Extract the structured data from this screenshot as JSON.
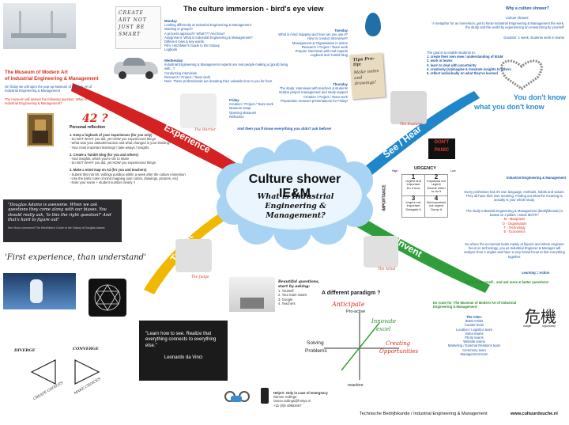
{
  "title": "Culture shower IE&M",
  "subtitle": "What is Industrial Engineering & Management?",
  "immersion_title": "The culture immersion - bird's eye view",
  "branches": {
    "experience": "Experience",
    "see_hear": "See / Hear",
    "try_out": "Try out",
    "invent": "Invent"
  },
  "museum": {
    "title_1": "The Museum of Modern Art",
    "title_2": "of Industrial Engineering & Management",
    "intro": "On friday we will open the pop-up Museum of Modern Art of Industrial Engineering & Management",
    "question": "The museum will answer the following question: What is Industrial Engineering & Management?"
  },
  "number_42": "42 ?",
  "personal_reflection": {
    "heading": "Personal reflection",
    "p1_title": "1. Keep a logbook of your experiences (for you only)",
    "p1_a": "- So NOT WHAT you did, yet HOW you experienced things",
    "p1_b": "- What was your attitude/reaction and what changed in your thinking?",
    "p1_c": "- Your most important learnings / take-aways / insights",
    "p2_title": "2. Create a Tumblr blog (for you and others)",
    "p2_a": "- Your insights, which you're OK to share",
    "p2_b": "- So NOT WHAT you did, yet HOW you experienced things",
    "p3_title": "3. Make a mind map on A3 (for you and teachers)",
    "p3_a": "- Submit this into Mr. Vullings postbox within a week after the culture immersion",
    "p3_b": "- Use the basic rules of mind mapping (use colors, drawings, pictures, etc)",
    "p3_c": "- Note your name + student number clearly !!"
  },
  "adams_quote": "\"Douglas Adams is awesome. When we ask questions they come along with our biases. You should really ask, 'Is this the right question?' And that's hard to figure out\"",
  "adams_credit": "Ken Moon conceived The Hitchhiker's Guide to the Galaxy is Douglas Adams",
  "first_experience": "'First experience, than understand'",
  "schedule": {
    "monday_title": "Monday",
    "monday": [
      "Looking differently at Industrial Engineering & Management",
      "Working in groups?",
      "A process approach? What??? And how?",
      "Assignment: What is Industrial Engineering & Management?",
      "Different roles & key words",
      "Film: Hitchhiker's Guide to the Galaxy",
      "Logbook"
    ],
    "wednesday_title": "Wednesday",
    "wednesday": [
      "Industrial Engineering & Management experts are real people making a (good) living with...?",
      "Conducting interviews",
      "Research / Project / Team work",
      "Note: These professionals are donating their valuable time to you for free!"
    ],
    "tuesday_title": "Tuesday",
    "tuesday": [
      "What is mind mapping and how can you use it?",
      "How to conduct interviews?",
      "Management & Organisation in action",
      "Research / Project / Team work",
      "Prepare interviews with real experts",
      "Logbook and Tumblr blog"
    ],
    "thursday_title": "Thursday",
    "thursday": [
      "The study: interviews with teachers & students",
      "Outline project management and study support",
      "Creation / Project / Team work",
      "Preparation museum presentations for Friday!"
    ],
    "friday_title": "Friday",
    "friday": [
      "Creation / Project / Team work",
      "Museum setup",
      "Opening Museum!",
      "Reflection"
    ],
    "closing": "And then you'll know everything you didn't ask before!"
  },
  "protip": {
    "heading": "Tips Pro-tip:",
    "text": "Make notes and drawings!"
  },
  "labels": {
    "warrior": "The Warrior",
    "explorer": "The Explorer",
    "judge": "The Judge",
    "artist": "The Artist"
  },
  "dont_panic": "DON'T PANIC",
  "why": {
    "heading": "Why a culture shower?",
    "sub": "Culture shower:",
    "text": "'A metaphor for an immersion, get to know Industrial Engineering & Management the work, the study and the world by experiencing an researching by yourself'",
    "duration": "Duration: 1 week, students work in teams"
  },
  "goal": {
    "heading": "The goal is to enable students to:",
    "items": [
      "1. create their own view / understanding of IE&M",
      "2. work in teams",
      "3. learn to deal with uncertainty",
      "4. creatively (re)imagine & translate insights to others",
      "5. reflect individually on what they've learned"
    ]
  },
  "you_dont_know_1": "You don't know",
  "you_dont_know_2": "what you don't know",
  "urgency": {
    "title": "URGENCY",
    "importance": "IMPORTANCE",
    "high_left": "High",
    "low": "Low",
    "cells": [
      {
        "num": "1",
        "text": "Urgent and important",
        "sub": "Do it now"
      },
      {
        "num": "2",
        "text": "Important not urgent",
        "sub": "Decide when to do it"
      },
      {
        "num": "3",
        "text": "Urgent not important",
        "sub": "Delegate it"
      },
      {
        "num": "4",
        "text": "Not important not urgent",
        "sub": "Dump it"
      }
    ]
  },
  "iem_text": {
    "heading": "Industrial Engineering & Management",
    "p1": "Every profession has it's own language, methods, habits and values. They all have their own meaning. Finding out what the meaning is, actually is your whole study.",
    "p2": "The study Industrial Engineering & Management (bedrijfskunde) is based on 4 pillars / areas MOTIF:",
    "pillars": [
      "M - Manpower",
      "O - Organisation",
      "T - Technology",
      "E - Economics"
    ],
    "p3": "So where the economist looks mainly at figures and where engineer focus on technology, you as Industrial Engineer & Manager will analyse from 4 angles and have a very broad focus to link everything together."
  },
  "learning": "Learning = Action",
  "think": "Think for yourself... and ask more & better questions!",
  "paradigm": {
    "title": "A different paradigm ?",
    "anticipate": "Anticipate",
    "proactive": "Pro-active",
    "innovate_1": "Innovate",
    "innovate_2": "excel",
    "solving_1": "Solving",
    "solving_2": "Problems",
    "creating_1": "Creating",
    "creating_2": "Opportunities",
    "reactive": "reactive"
  },
  "beautiful": {
    "heading": "Beautiful questions, start by asking:",
    "items": [
      "1. Yourself",
      "2. Your team mates",
      "3. Google",
      "4. Teachers"
    ]
  },
  "davinci": {
    "quote": "\"Learn how to see. Realize that everything connects to everything else.\"",
    "author": "Leonardo da Vinci"
  },
  "create_art": "CREATE ART NOT JUST BE SMART",
  "diverge": "DIVERGE",
  "converge": "CONVERGE",
  "create_choices": "CREATE CHOICES",
  "make_choices": "MAKE CHOICES",
  "route": {
    "heading": "En route for 'The Museum of Modern Art of Industrial Engineering & Management'",
    "roles_title": "The roles:",
    "roles": [
      "IE&M Artists",
      "Curator team",
      "Location / Logistics team",
      "Video teams",
      "Photo teams",
      "Website teams",
      "Marketing / External Relations team",
      "Ceremony team",
      "Management team"
    ]
  },
  "kanji": "危機",
  "kanji_labels": [
    "danger",
    "opportunity"
  ],
  "help": {
    "heading": "Help!!!: Only in case of emergency",
    "name": "Ramon Vullings",
    "email": "ramon.vullings@fontys.nl",
    "phone": "+31 (0)6 49982057"
  },
  "footer": "Technische Bedrijfskunde / Industrial Engineering & Management",
  "footer_url": "www.cultuurdouche.nl",
  "colors": {
    "experience": "#d42121",
    "see_hear": "#1f86c9",
    "try_out": "#f0b800",
    "invent": "#2f9d3a",
    "cloud": "#a9d3f2"
  },
  "icons": [
    "car-icon",
    "heart-icon",
    "drone-icon",
    "tree-icon",
    "lightbulb-icon",
    "diagram-icon"
  ]
}
